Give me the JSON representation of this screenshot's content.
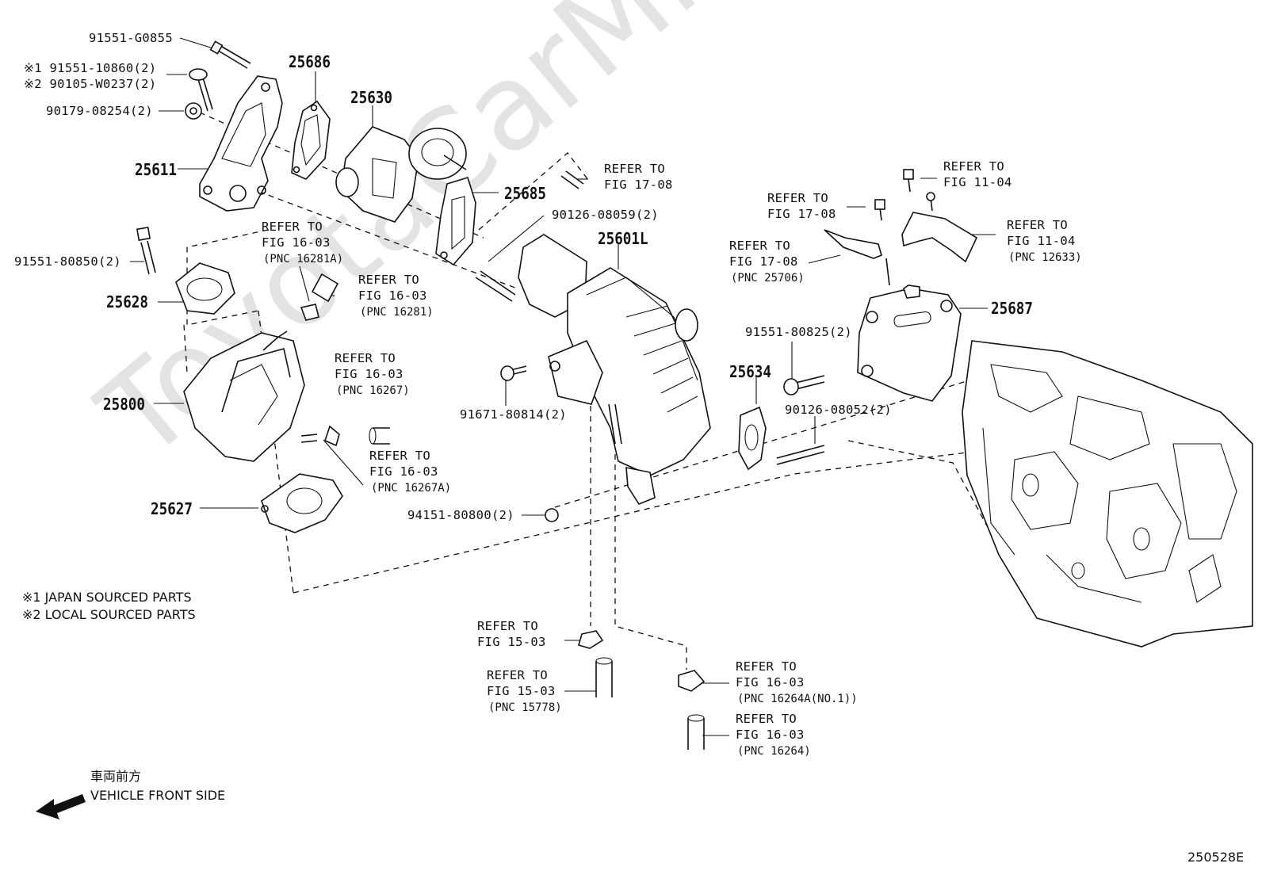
{
  "watermark": "ToyotaCarMine.ru",
  "parts": {
    "p25686": "25686",
    "p25630": "25630",
    "p25611": "25611",
    "p25685": "25685",
    "p25601L": "25601L",
    "p25628": "25628",
    "p25800": "25800",
    "p25627": "25627",
    "p25634": "25634",
    "p25687": "25687"
  },
  "fasteners": {
    "f1": "91551-G0855",
    "f2": "※1 91551-10860(2)",
    "f3": "※2 90105-W0237(2)",
    "f4": "90179-08254(2)",
    "f5": "91551-80850(2)",
    "f6": "90126-08059(2)",
    "f7": "91671-80814(2)",
    "f8": "91551-80825(2)",
    "f9": "90126-08052(2)",
    "f10": "94151-80800(2)"
  },
  "refs": {
    "r1": {
      "a": "REFER TO",
      "b": "FIG 17-08"
    },
    "r2": {
      "a": "REFER TO",
      "b": "FIG 16-03",
      "c": "(PNC 16281A)"
    },
    "r3": {
      "a": "REFER TO",
      "b": "FIG 16-03",
      "c": "(PNC 16281)"
    },
    "r4": {
      "a": "REFER TO",
      "b": "FIG 16-03",
      "c": "(PNC 16267)"
    },
    "r5": {
      "a": "REFER TO",
      "b": "FIG 16-03",
      "c": "(PNC 16267A)"
    },
    "r6": {
      "a": "REFER TO",
      "b": "FIG 11-04"
    },
    "r7": {
      "a": "REFER TO",
      "b": "FIG 17-08"
    },
    "r8": {
      "a": "REFER TO",
      "b": "FIG 17-08",
      "c": "(PNC 25706)"
    },
    "r9": {
      "a": "REFER TO",
      "b": "FIG 11-04",
      "c": "(PNC 12633)"
    },
    "r10": {
      "a": "REFER TO",
      "b": "FIG 15-03"
    },
    "r11": {
      "a": "REFER TO",
      "b": "FIG 15-03",
      "c": "(PNC 15778)"
    },
    "r12": {
      "a": "REFER TO",
      "b": "FIG 16-03",
      "c": "(PNC 16264A(NO.1))"
    },
    "r13": {
      "a": "REFER TO",
      "b": "FIG 16-03",
      "c": "(PNC 16264)"
    }
  },
  "notes": {
    "n1": "※1 JAPAN SOURCED PARTS",
    "n2": "※2 LOCAL SOURCED PARTS"
  },
  "direction": {
    "jp": "車両前方",
    "en": "VEHICLE FRONT SIDE"
  },
  "figure_code": "250528E"
}
